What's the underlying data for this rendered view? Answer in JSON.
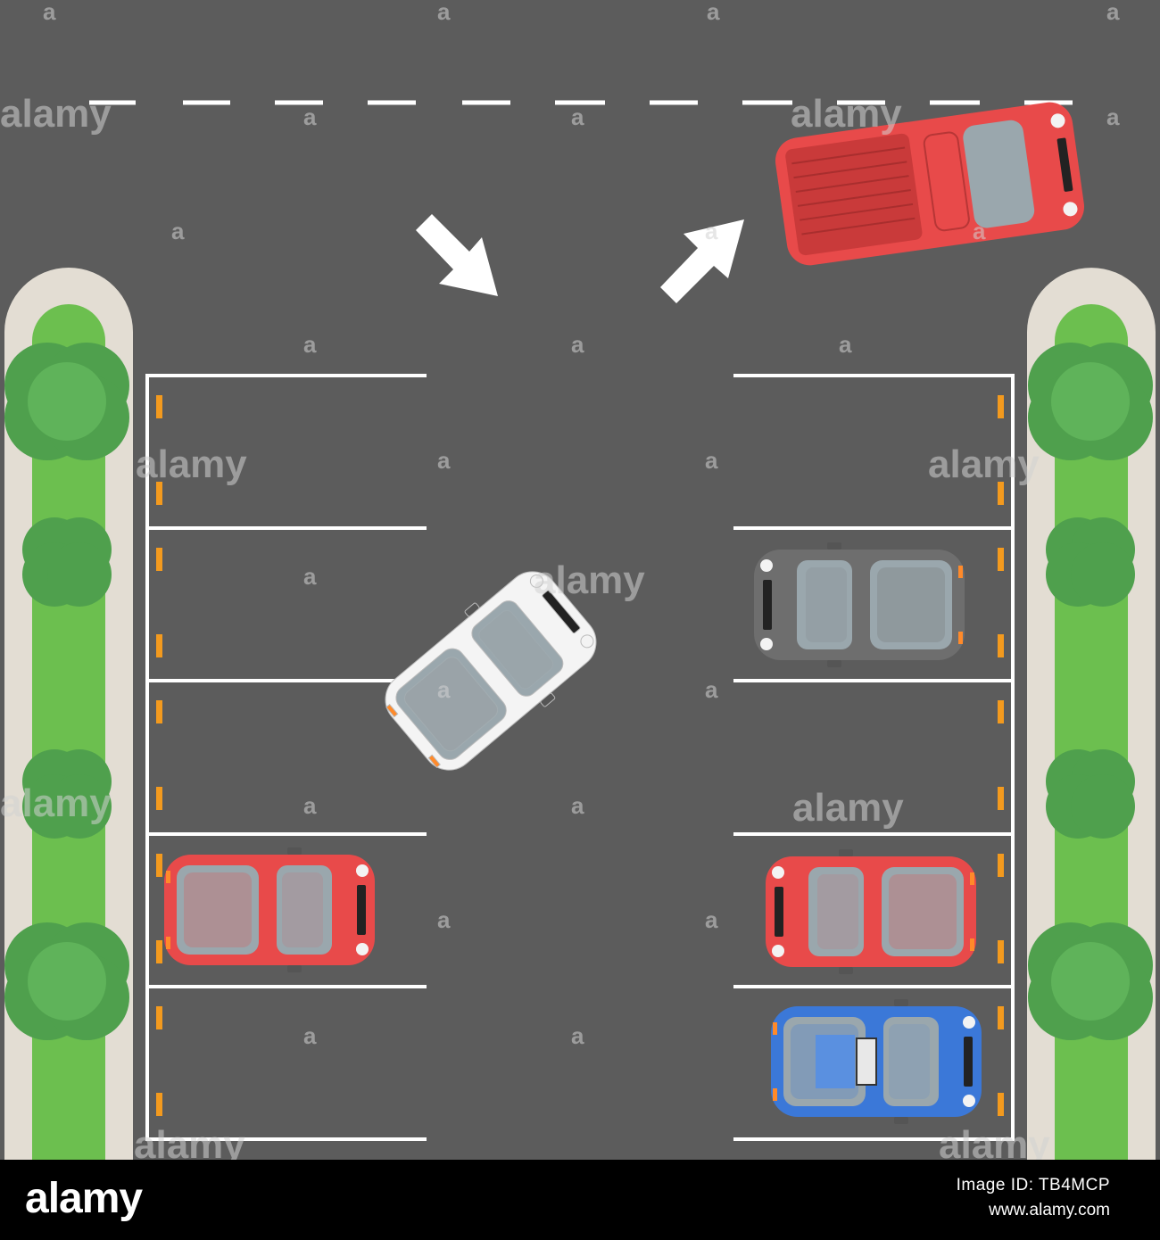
{
  "watermark": {
    "text": "alamy",
    "small": "a"
  },
  "footer": {
    "logo": "alamy",
    "image_id": "Image ID: TB4MCP",
    "url": "www.alamy.com"
  },
  "colors": {
    "asphalt": "#5c5c5c",
    "sidewalk": "#e3ddd3",
    "grass": "#6cbf4f",
    "bush": "#4fa04d",
    "bush_light": "#5fb35a",
    "line": "#ffffff",
    "curb_marker": "#f39a1e",
    "car_red": "#e84a4a",
    "car_white": "#f4f4f4",
    "car_gray": "#6e6e6e",
    "car_blue": "#3b78d8",
    "glass": "#9aa7ad"
  },
  "icons": [
    "arrow-down-right-icon",
    "arrow-up-right-icon",
    "tree-icon",
    "car-icon",
    "pickup-truck-icon"
  ]
}
